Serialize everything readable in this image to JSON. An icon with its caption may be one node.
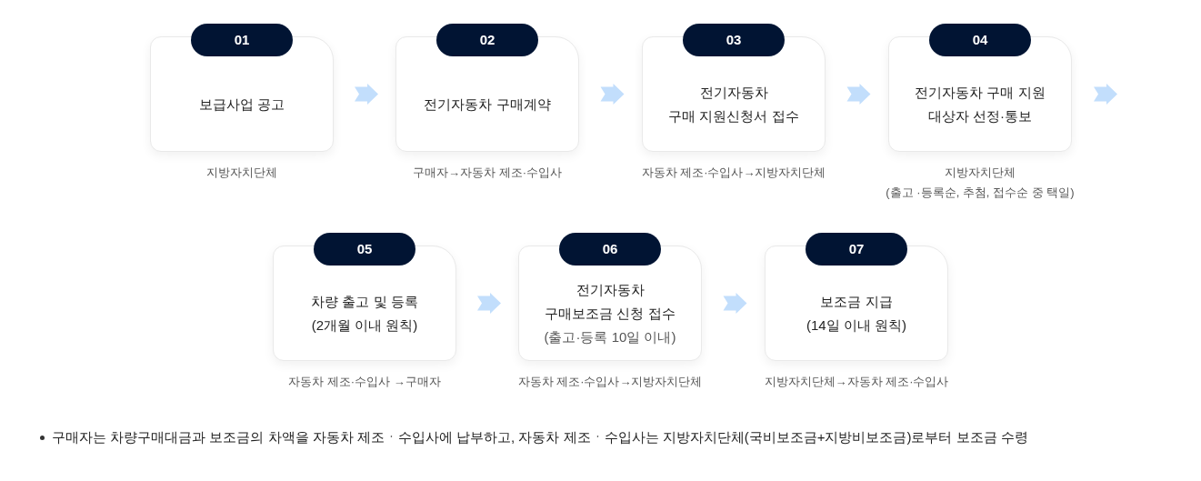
{
  "diagram": {
    "nodes": [
      {
        "text": [
          "01",
          "보급사업 공고"
        ],
        "beside": [
          "지방자치단체"
        ]
      },
      {
        "text": [
          "02",
          "전기자동차 구매계약"
        ],
        "beside": [
          "구매자→자동차 제조·수입사"
        ]
      },
      {
        "text": [
          "03",
          "전기자동차 구매 지원신청서 접수"
        ],
        "beside": [
          "자동차 제조·수입사→지방자치단체"
        ]
      },
      {
        "text": [
          "04",
          "전기자동차 구매 지원 대상자 선정·통보"
        ],
        "beside": [
          "지방자치단체 (출고 ·등록순, 추첨, 접수순 중 택일)"
        ]
      },
      {
        "text": [
          "05",
          "차량 출고 및 등록 (2개월 이내 원칙)"
        ],
        "beside": [
          "자동차 제조·수입사 →구매자"
        ]
      },
      {
        "text": [
          "06",
          "전기자동차 구매보조금 신청 접수",
          "(출고·등록 10일 이내)"
        ],
        "beside": [
          "자동차 제조·수입사→지방자치단체"
        ]
      },
      {
        "text": [
          "07",
          "보조금 지급 (14일 이내 원칙)"
        ],
        "beside": [
          "지방자치단체→자동차 제조·수입사"
        ]
      }
    ],
    "edges": [
      {
        "from": 0,
        "to": 1,
        "arrow": "to"
      },
      {
        "from": 1,
        "to": 2,
        "arrow": "to"
      },
      {
        "from": 2,
        "to": 3,
        "arrow": "to"
      },
      {
        "from": 3,
        "to": null,
        "arrow": "to"
      },
      {
        "from": 4,
        "to": 5,
        "arrow": "to"
      },
      {
        "from": 5,
        "to": 6,
        "arrow": "to"
      }
    ],
    "labels": [
      "구매자는 차량구매대금과 보조금의 차액을 자동차 제조ㆍ수입사에 납부하고, 자동차 제조ㆍ수입사는 지방자치단체(국비보조금+지방비보조금)로부터 보조금 수령"
    ]
  }
}
